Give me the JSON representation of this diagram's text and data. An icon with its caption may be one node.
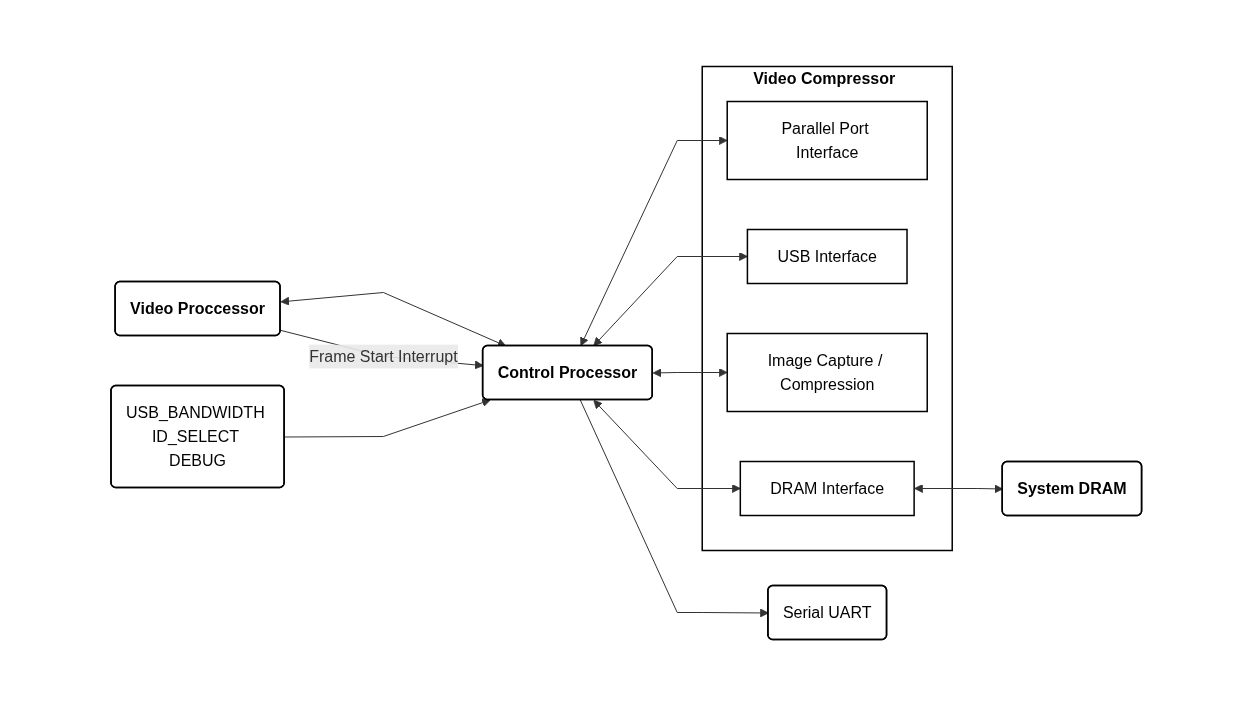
{
  "diagram": {
    "nodes": [
      {
        "text": [
          "Video Proccessor"
        ]
      },
      {
        "text": [
          "Control Processor"
        ]
      },
      {
        "text": [
          "USB_BANDWIDTH ID_SELECT DEBUG"
        ]
      },
      {
        "text": [
          "Serial UART"
        ]
      },
      {
        "text": [
          "Video Compressor"
        ]
      },
      {
        "text": [
          "Parallel Port Interface"
        ],
        "in": 4
      },
      {
        "text": [
          "USB Interface"
        ],
        "in": 4
      },
      {
        "text": [
          "Image Capture / Compression"
        ],
        "in": 4
      },
      {
        "text": [
          "DRAM Interface"
        ],
        "in": 4
      },
      {
        "text": [
          "System DRAM"
        ]
      }
    ],
    "edges": [
      {
        "from": 0,
        "to": 1,
        "arrow": "both"
      },
      {
        "from": 0,
        "to": 1,
        "arrow": "to",
        "label": "Frame Start Interrupt"
      },
      {
        "from": 2,
        "to": 1,
        "arrow": "to"
      },
      {
        "from": 1,
        "to": 3,
        "arrow": "to"
      },
      {
        "from": 1,
        "to": 5,
        "arrow": "both"
      },
      {
        "from": 1,
        "to": 6,
        "arrow": "both"
      },
      {
        "from": 1,
        "to": 7,
        "arrow": "both"
      },
      {
        "from": 1,
        "to": 8,
        "arrow": "both"
      },
      {
        "from": 8,
        "to": 9,
        "arrow": "both"
      }
    ]
  }
}
